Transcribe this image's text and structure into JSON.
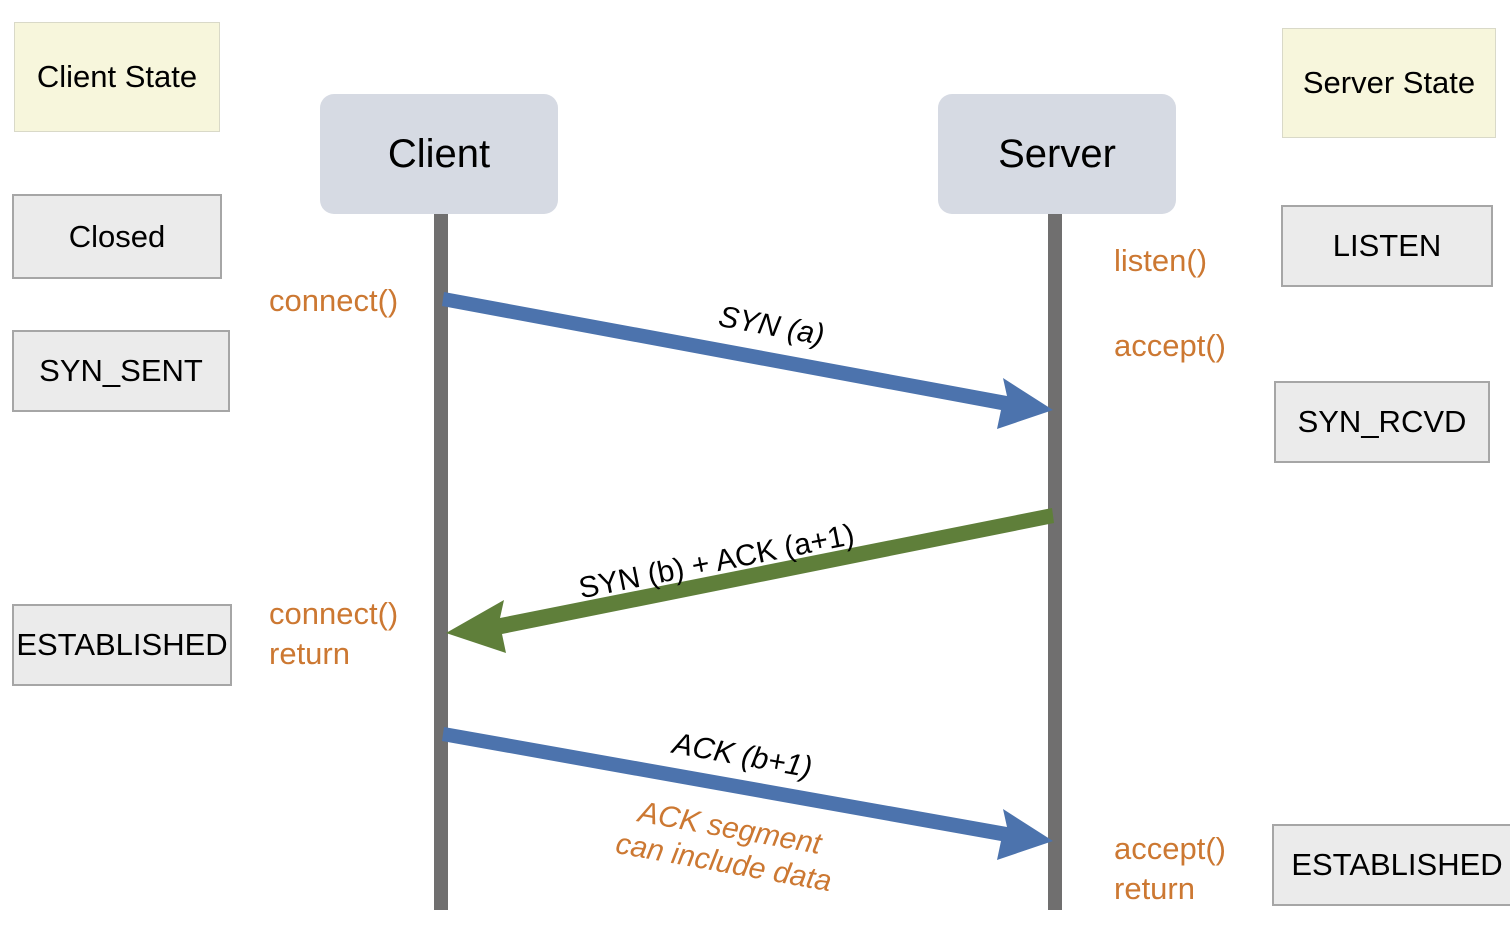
{
  "diagram": {
    "title": "TCP three-way handshake sequence diagram",
    "colors": {
      "legend_fill": "#f7f6dc",
      "state_fill": "#ebebeb",
      "state_border": "#a6a6a6",
      "actor_fill": "#d6dae3",
      "lifeline": "#706f6f",
      "arrow_blue": "#4c73ad",
      "arrow_green": "#5f7f3a",
      "annotation_orange": "#cc7832",
      "text_black": "#000000",
      "background": "#ffffff"
    }
  },
  "legend": {
    "client": "Client State",
    "server": "Server State"
  },
  "actors": {
    "client": "Client",
    "server": "Server"
  },
  "client_states": [
    {
      "label": "Closed"
    },
    {
      "label": "SYN_SENT"
    },
    {
      "label": "ESTABLISHED"
    }
  ],
  "server_states": [
    {
      "label": "LISTEN"
    },
    {
      "label": "SYN_RCVD"
    },
    {
      "label": "ESTABLISHED"
    }
  ],
  "client_calls": [
    {
      "label": "connect()"
    },
    {
      "label": "connect()\nreturn"
    }
  ],
  "server_calls": [
    {
      "label": "listen()"
    },
    {
      "label": "accept()"
    },
    {
      "label": "accept()\nreturn"
    }
  ],
  "messages": [
    {
      "label": "SYN (a)",
      "direction": "client-to-server",
      "color": "#4c73ad",
      "italic": true
    },
    {
      "label": "SYN (b) + ACK (a+1)",
      "direction": "server-to-client",
      "color": "#5f7f3a",
      "italic": false
    },
    {
      "label": "ACK (b+1)",
      "direction": "client-to-server",
      "color": "#4c73ad",
      "italic": true
    }
  ],
  "notes": [
    {
      "label": "ACK segment\ncan include data"
    }
  ]
}
